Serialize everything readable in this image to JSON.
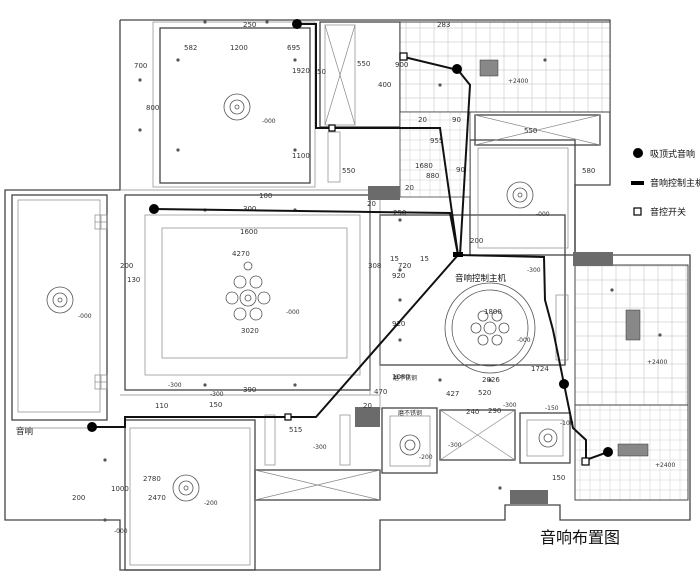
{
  "title": "音响布置图",
  "legend": [
    {
      "label": "吸顶式音响",
      "icon": "ceiling-speaker-icon"
    },
    {
      "label": "音响控制主机",
      "icon": "control-host-icon"
    },
    {
      "label": "音控开关",
      "icon": "volume-switch-icon"
    }
  ],
  "labels": {
    "control_host": "音响控制主机",
    "speaker": "音响",
    "ceiling_height": "+2400",
    "material_note": "磨不锈钢"
  },
  "dimensions": [
    {
      "id": "d250",
      "text": "250"
    },
    {
      "id": "d283",
      "text": "283"
    },
    {
      "id": "d582",
      "text": "582"
    },
    {
      "id": "d1200",
      "text": "1200"
    },
    {
      "id": "d695",
      "text": "695"
    },
    {
      "id": "d700",
      "text": "700"
    },
    {
      "id": "d800",
      "text": "800"
    },
    {
      "id": "d1920",
      "text": "1920"
    },
    {
      "id": "d50",
      "text": "50"
    },
    {
      "id": "d550a",
      "text": "550"
    },
    {
      "id": "d900",
      "text": "900"
    },
    {
      "id": "d400",
      "text": "400"
    },
    {
      "id": "d1100",
      "text": "1100"
    },
    {
      "id": "d550b",
      "text": "550"
    },
    {
      "id": "d20a",
      "text": "20"
    },
    {
      "id": "d90a",
      "text": "90"
    },
    {
      "id": "d955",
      "text": "955"
    },
    {
      "id": "d550c",
      "text": "550"
    },
    {
      "id": "d1680",
      "text": "1680"
    },
    {
      "id": "d880",
      "text": "880"
    },
    {
      "id": "d90b",
      "text": "90"
    },
    {
      "id": "d580",
      "text": "580"
    },
    {
      "id": "d100",
      "text": "100"
    },
    {
      "id": "d20b",
      "text": "20"
    },
    {
      "id": "d300a",
      "text": "300"
    },
    {
      "id": "d20c",
      "text": "20"
    },
    {
      "id": "d250b",
      "text": "250"
    },
    {
      "id": "d1600",
      "text": "1600"
    },
    {
      "id": "d200a",
      "text": "200"
    },
    {
      "id": "d130",
      "text": "130"
    },
    {
      "id": "d308",
      "text": "308"
    },
    {
      "id": "d15a",
      "text": "15"
    },
    {
      "id": "d720",
      "text": "720"
    },
    {
      "id": "d920a",
      "text": "920"
    },
    {
      "id": "d15b",
      "text": "15"
    },
    {
      "id": "d200b",
      "text": "200"
    },
    {
      "id": "d4270",
      "text": "4270"
    },
    {
      "id": "d3020",
      "text": "3020"
    },
    {
      "id": "d920b",
      "text": "920"
    },
    {
      "id": "d1800",
      "text": "1800"
    },
    {
      "id": "d1724",
      "text": "1724"
    },
    {
      "id": "d1080",
      "text": "1080"
    },
    {
      "id": "d2026",
      "text": "2026"
    },
    {
      "id": "d390",
      "text": "390"
    },
    {
      "id": "d470",
      "text": "470"
    },
    {
      "id": "d427",
      "text": "427"
    },
    {
      "id": "d520",
      "text": "520"
    },
    {
      "id": "d110",
      "text": "110"
    },
    {
      "id": "d150a",
      "text": "150"
    },
    {
      "id": "d20d",
      "text": "20"
    },
    {
      "id": "d240",
      "text": "240"
    },
    {
      "id": "d290",
      "text": "290"
    },
    {
      "id": "d515",
      "text": "515"
    },
    {
      "id": "d1000",
      "text": "1000"
    },
    {
      "id": "d2780",
      "text": "2780"
    },
    {
      "id": "d2470",
      "text": "2470"
    },
    {
      "id": "d200c",
      "text": "200"
    },
    {
      "id": "d150b",
      "text": "150"
    }
  ],
  "ceiling_marks": [
    {
      "id": "m1",
      "text": "-000"
    },
    {
      "id": "m2",
      "text": "-000"
    },
    {
      "id": "m3",
      "text": "-000"
    },
    {
      "id": "m4",
      "text": "-000"
    },
    {
      "id": "m5",
      "text": "-300"
    },
    {
      "id": "m6",
      "text": "-300"
    },
    {
      "id": "m7",
      "text": "-300"
    },
    {
      "id": "m8",
      "text": "-300"
    },
    {
      "id": "m9",
      "text": "-300"
    },
    {
      "id": "m10",
      "text": "-200"
    },
    {
      "id": "m11",
      "text": "-200"
    },
    {
      "id": "m12",
      "text": "-100"
    },
    {
      "id": "m13",
      "text": "-000"
    },
    {
      "id": "m14",
      "text": "-150"
    },
    {
      "id": "m15",
      "text": "-300"
    },
    {
      "id": "m16",
      "text": "-000"
    }
  ],
  "colors": {
    "wiring": "#111111",
    "walls": "#444444",
    "dark_block": "#6b6b6b"
  }
}
